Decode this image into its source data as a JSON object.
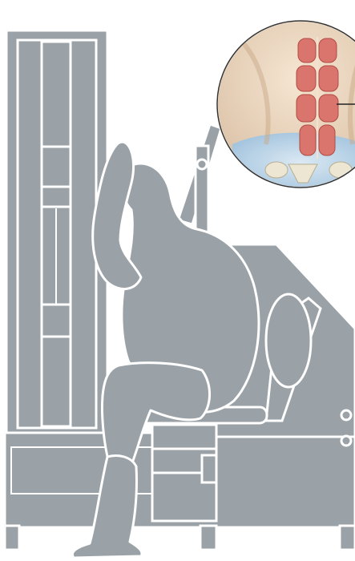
{
  "figure": {
    "subject": "seated-abdominal-crunch-machine",
    "palette": {
      "machine_gray": "#9ba2a7",
      "outline_white": "#ffffff",
      "background": "#ffffff",
      "inset_skin": "#ecd9c4",
      "inset_muscle": "#d9756c",
      "inset_bone": "#e9e3cf",
      "inset_pelvis_blue": "#b9d3e6",
      "inset_border": "#333333"
    },
    "inset": {
      "shape": "circle",
      "content": "rectus-abdominis-muscle-detail",
      "has_pointer_line": true
    }
  }
}
